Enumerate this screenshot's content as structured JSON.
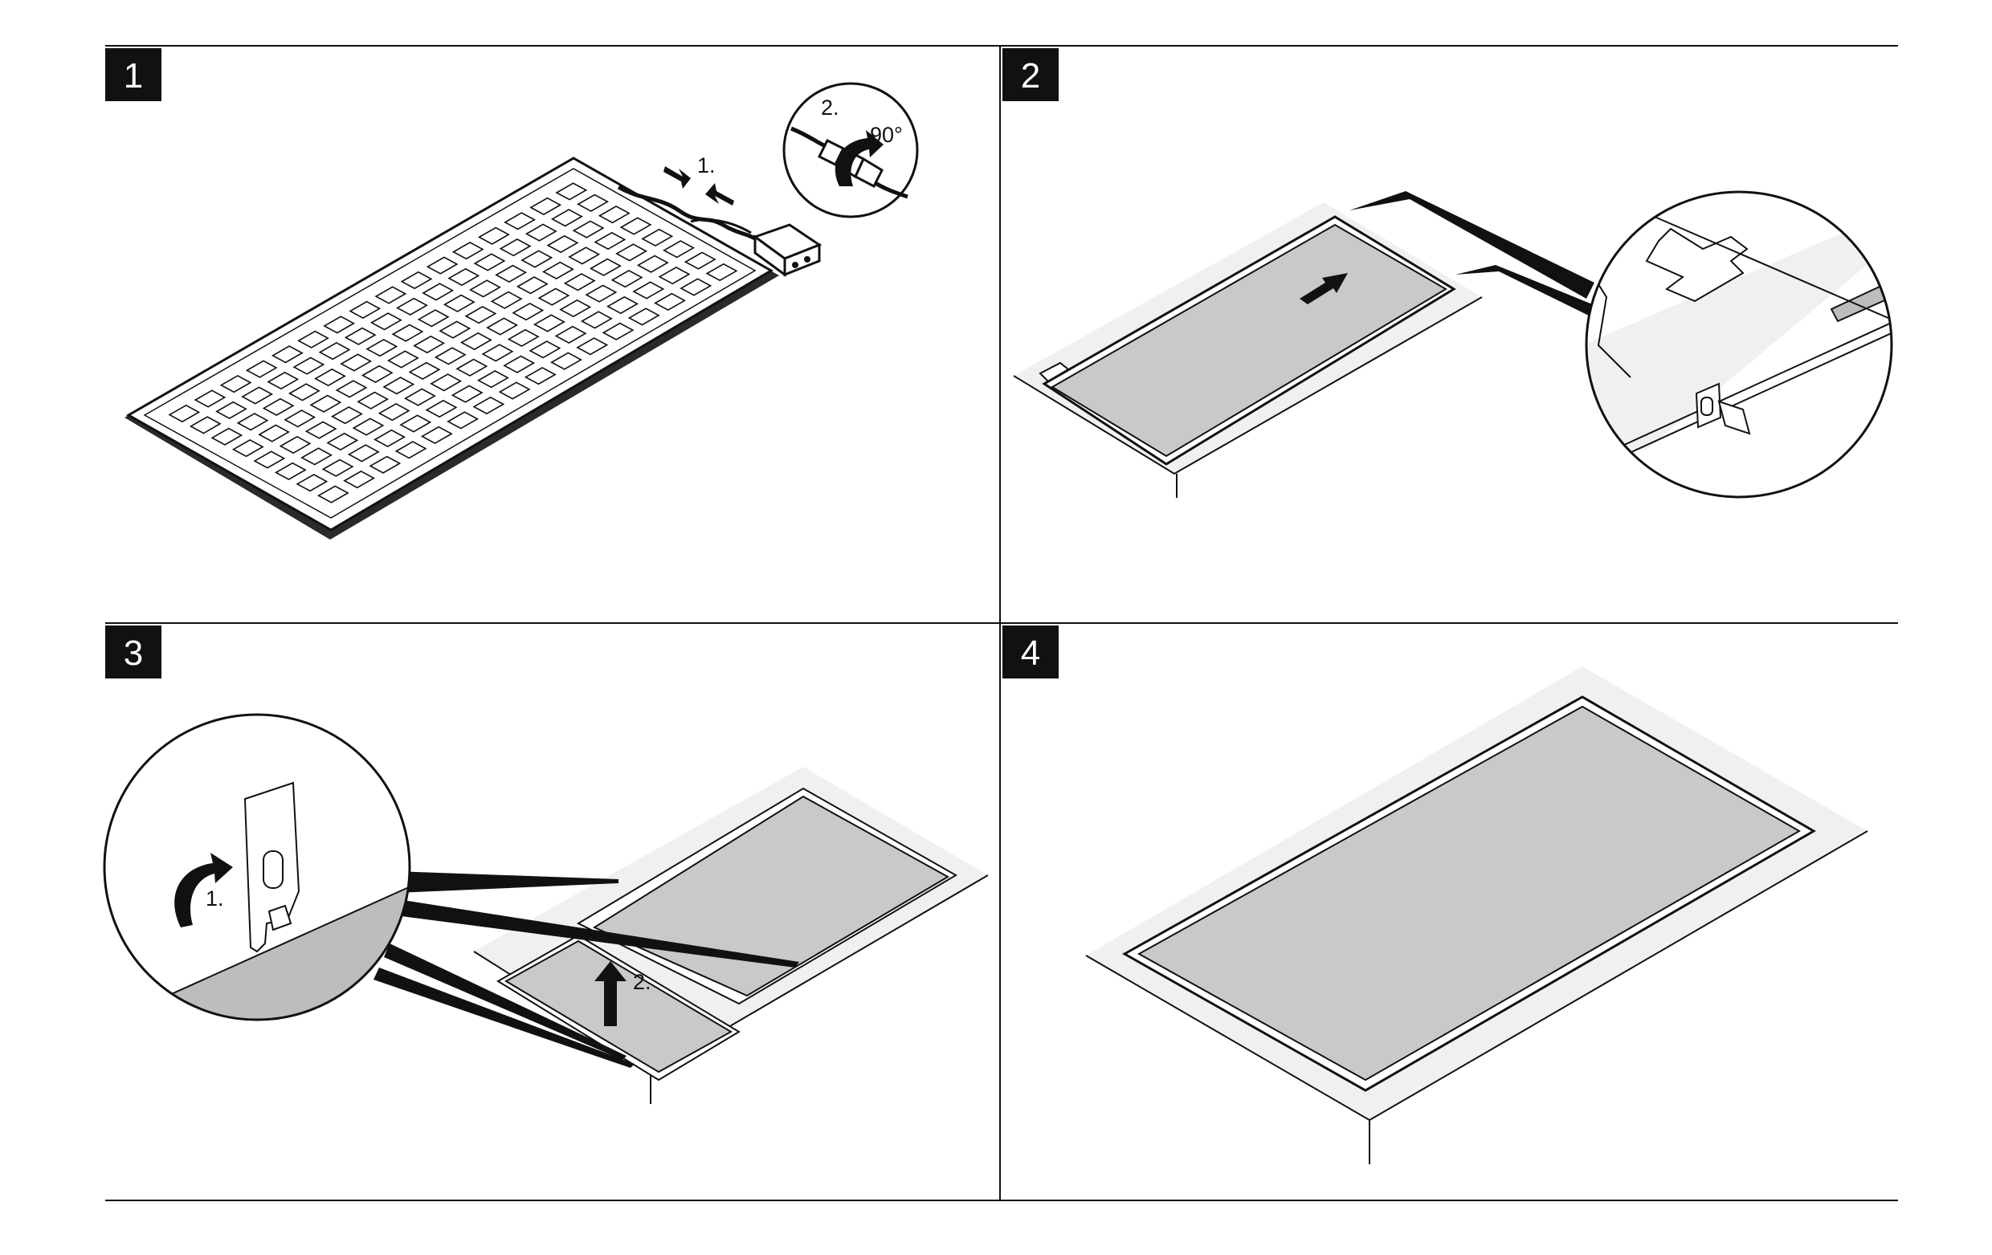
{
  "steps": [
    {
      "number": "1",
      "annotations": {
        "connect": "1.",
        "twist": "2.",
        "angle": "90°"
      }
    },
    {
      "number": "2",
      "annotations": {}
    },
    {
      "number": "3",
      "annotations": {
        "lift_tab": "1.",
        "raise_panel": "2."
      }
    },
    {
      "number": "4",
      "annotations": {}
    }
  ],
  "colors": {
    "ink": "#111111",
    "panel_fill": "#c9c9c9",
    "board_fill": "#f0f0f0",
    "detail_fill": "#bdbdbd"
  },
  "icons": [
    "push-arrow-icon",
    "rotate-arrow-icon",
    "slide-arrow-icon",
    "lift-arrow-icon",
    "curved-arrow-icon"
  ]
}
